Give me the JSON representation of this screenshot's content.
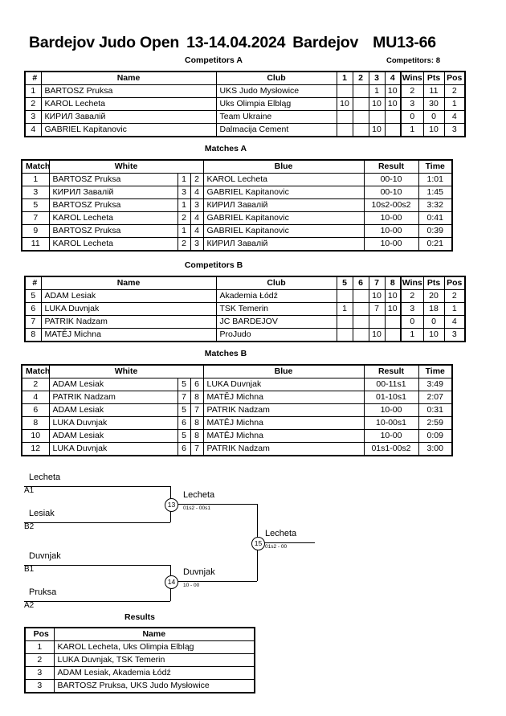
{
  "header": {
    "tournament": "Bardejov Judo Open",
    "dates": "13-14.04.2024",
    "city": "Bardejov",
    "category": "MU13-66",
    "competitors_label": "Competitors: 8"
  },
  "sections": {
    "competitors_a": "Competitors A",
    "matches_a": "Matches A",
    "competitors_b": "Competitors B",
    "matches_b": "Matches B",
    "results": "Results"
  },
  "competitors_table": {
    "headers": {
      "num": "#",
      "name": "Name",
      "club": "Club",
      "wins": "Wins",
      "pts": "Pts",
      "pos": "Pos"
    }
  },
  "matches_table": {
    "headers": {
      "match": "Match",
      "white": "White",
      "blue": "Blue",
      "result": "Result",
      "time": "Time"
    }
  },
  "results_table": {
    "headers": {
      "pos": "Pos",
      "name": "Name"
    }
  },
  "group_a": {
    "score_headers": [
      "1",
      "2",
      "3",
      "4"
    ],
    "rows": [
      {
        "num": "1",
        "name": "BARTOSZ Pruksa",
        "club": "UKS Judo Mysłowice",
        "scores": [
          "",
          "",
          "1",
          "10"
        ],
        "wins": "2",
        "pts": "11",
        "pos": "2"
      },
      {
        "num": "2",
        "name": "KAROL Lecheta",
        "club": "Uks Olimpia Elbląg",
        "scores": [
          "10",
          "",
          "10",
          "10"
        ],
        "wins": "3",
        "pts": "30",
        "pos": "1"
      },
      {
        "num": "3",
        "name": "КИРИЛ Завалій",
        "club": "Team Ukraine",
        "scores": [
          "",
          "",
          "",
          ""
        ],
        "wins": "0",
        "pts": "0",
        "pos": "4"
      },
      {
        "num": "4",
        "name": "GABRIEL Kapitanovic",
        "club": "Dalmacija Cement",
        "scores": [
          "",
          "",
          "10",
          ""
        ],
        "wins": "1",
        "pts": "10",
        "pos": "3"
      }
    ]
  },
  "matches_a": {
    "rows": [
      {
        "match": "1",
        "white": "BARTOSZ Pruksa",
        "white_seed": "1",
        "blue_seed": "2",
        "blue": "KAROL Lecheta",
        "result": "00-10",
        "time": "1:01"
      },
      {
        "match": "3",
        "white": "КИРИЛ Завалій",
        "white_seed": "3",
        "blue_seed": "4",
        "blue": "GABRIEL Kapitanovic",
        "result": "00-10",
        "time": "1:45"
      },
      {
        "match": "5",
        "white": "BARTOSZ Pruksa",
        "white_seed": "1",
        "blue_seed": "3",
        "blue": "КИРИЛ Завалій",
        "result": "10s2-00s2",
        "time": "3:32"
      },
      {
        "match": "7",
        "white": "KAROL Lecheta",
        "white_seed": "2",
        "blue_seed": "4",
        "blue": "GABRIEL Kapitanovic",
        "result": "10-00",
        "time": "0:41"
      },
      {
        "match": "9",
        "white": "BARTOSZ Pruksa",
        "white_seed": "1",
        "blue_seed": "4",
        "blue": "GABRIEL Kapitanovic",
        "result": "10-00",
        "time": "0:39"
      },
      {
        "match": "11",
        "white": "KAROL Lecheta",
        "white_seed": "2",
        "blue_seed": "3",
        "blue": "КИРИЛ Завалій",
        "result": "10-00",
        "time": "0:21"
      }
    ]
  },
  "group_b": {
    "score_headers": [
      "5",
      "6",
      "7",
      "8"
    ],
    "rows": [
      {
        "num": "5",
        "name": "ADAM Lesiak",
        "club": "Akademia Łódź",
        "scores": [
          "",
          "",
          "10",
          "10"
        ],
        "wins": "2",
        "pts": "20",
        "pos": "2"
      },
      {
        "num": "6",
        "name": "LUKA Duvnjak",
        "club": "TSK Temerin",
        "scores": [
          "1",
          "",
          "7",
          "10"
        ],
        "wins": "3",
        "pts": "18",
        "pos": "1"
      },
      {
        "num": "7",
        "name": "PATRIK Nadzam",
        "club": "JC BARDEJOV",
        "scores": [
          "",
          "",
          "",
          ""
        ],
        "wins": "0",
        "pts": "0",
        "pos": "4"
      },
      {
        "num": "8",
        "name": "MATĚJ Michna",
        "club": "ProJudo",
        "scores": [
          "",
          "",
          "10",
          ""
        ],
        "wins": "1",
        "pts": "10",
        "pos": "3"
      }
    ]
  },
  "matches_b": {
    "rows": [
      {
        "match": "2",
        "white": "ADAM Lesiak",
        "white_seed": "5",
        "blue_seed": "6",
        "blue": "LUKA Duvnjak",
        "result": "00-11s1",
        "time": "3:49"
      },
      {
        "match": "4",
        "white": "PATRIK Nadzam",
        "white_seed": "7",
        "blue_seed": "8",
        "blue": "MATĚJ Michna",
        "result": "01-10s1",
        "time": "2:07"
      },
      {
        "match": "6",
        "white": "ADAM Lesiak",
        "white_seed": "5",
        "blue_seed": "7",
        "blue": "PATRIK Nadzam",
        "result": "10-00",
        "time": "0:31"
      },
      {
        "match": "8",
        "white": "LUKA Duvnjak",
        "white_seed": "6",
        "blue_seed": "8",
        "blue": "MATĚJ Michna",
        "result": "10-00s1",
        "time": "2:59"
      },
      {
        "match": "10",
        "white": "ADAM Lesiak",
        "white_seed": "5",
        "blue_seed": "8",
        "blue": "MATĚJ Michna",
        "result": "10-00",
        "time": "0:09"
      },
      {
        "match": "12",
        "white": "LUKA Duvnjak",
        "white_seed": "6",
        "blue_seed": "7",
        "blue": "PATRIK Nadzam",
        "result": "01s1-00s2",
        "time": "3:00"
      }
    ]
  },
  "bracket": {
    "entrants": [
      {
        "name": "Lecheta",
        "seed": "A1"
      },
      {
        "name": "Lesiak",
        "seed": "B2"
      },
      {
        "name": "Duvnjak",
        "seed": "B1"
      },
      {
        "name": "Pruksa",
        "seed": "A2"
      }
    ],
    "semifinals": [
      {
        "number": "13",
        "winner": "Lecheta",
        "score": "01s2 - 00s1"
      },
      {
        "number": "14",
        "winner": "Duvnjak",
        "score": "10 - 00"
      }
    ],
    "final": {
      "number": "15",
      "winner": "Lecheta",
      "score": "01s2 - 00"
    }
  },
  "results": {
    "rows": [
      {
        "pos": "1",
        "name": "KAROL Lecheta, Uks Olimpia Elbląg"
      },
      {
        "pos": "2",
        "name": "LUKA Duvnjak, TSK Temerin"
      },
      {
        "pos": "3",
        "name": "ADAM Lesiak, Akademia Łódź"
      },
      {
        "pos": "3",
        "name": "BARTOSZ Pruksa, UKS Judo Mysłowice"
      }
    ]
  }
}
